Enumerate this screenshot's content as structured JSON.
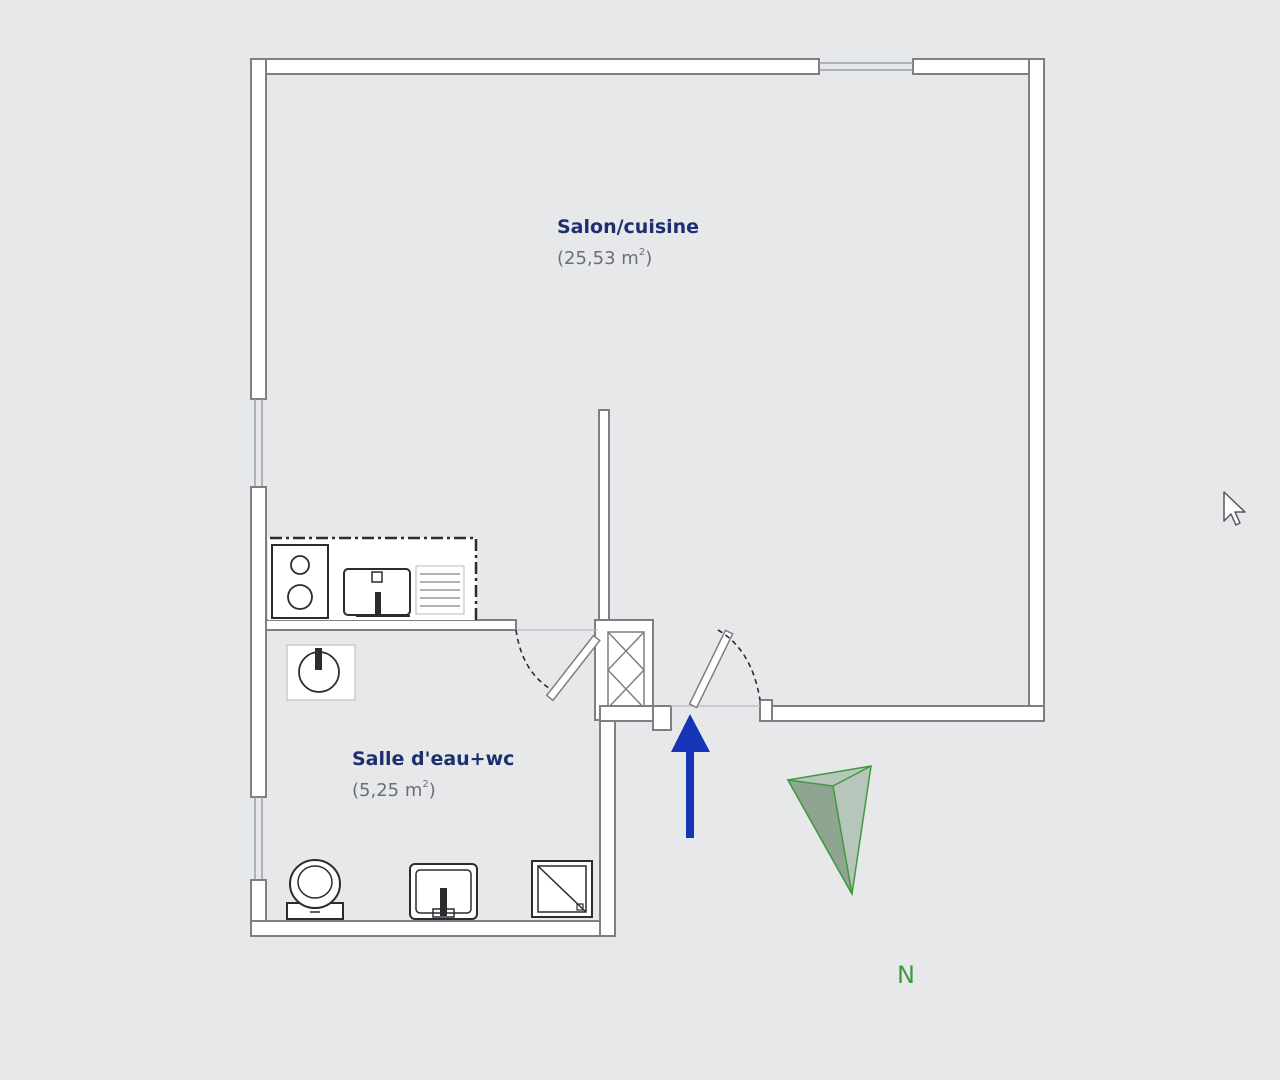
{
  "rooms": [
    {
      "name": "Salon/cuisine",
      "area": "(25,53 m",
      "area_unit_power": "2",
      "area_close": ")"
    },
    {
      "name": "Salle d'eau+wc",
      "area": "(5,25 m",
      "area_unit_power": "2",
      "area_close": ")"
    }
  ],
  "compass": {
    "label": "N"
  },
  "colors": {
    "background": "#e7e8ea",
    "walls": "#7d7f84",
    "room_name": "#1d2f6e",
    "room_area": "#6a6e78",
    "entrance_arrow": "#1634b8",
    "compass": "#3f9a3f"
  },
  "icons": [
    "entrance-arrow-icon",
    "north-compass-icon",
    "mouse-cursor-icon"
  ]
}
